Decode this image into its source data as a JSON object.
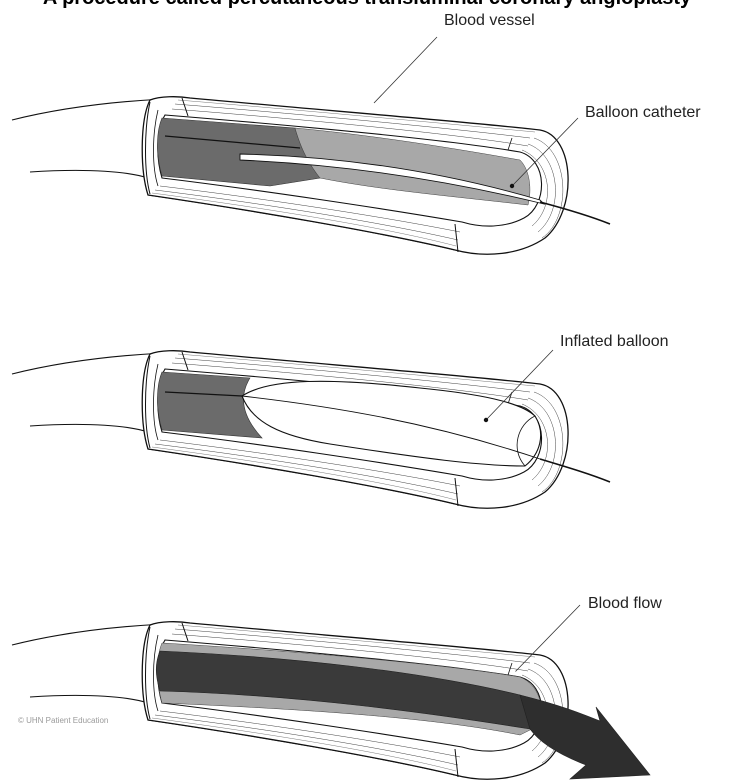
{
  "title": "A procedure called percutaneous transluminal coronary angioplasty",
  "labels": {
    "blood_vessel": "Blood vessel",
    "balloon_catheter": "Balloon catheter",
    "inflated_balloon": "Inflated balloon",
    "blood_flow": "Blood flow"
  },
  "copyright": "© UHN Patient Education",
  "colors": {
    "plaque_dark": "#6b6b6b",
    "plaque_light": "#a8a8a8",
    "blood": "#3a3a3a",
    "arrow": "#2e2e2e",
    "line": "#111111"
  }
}
